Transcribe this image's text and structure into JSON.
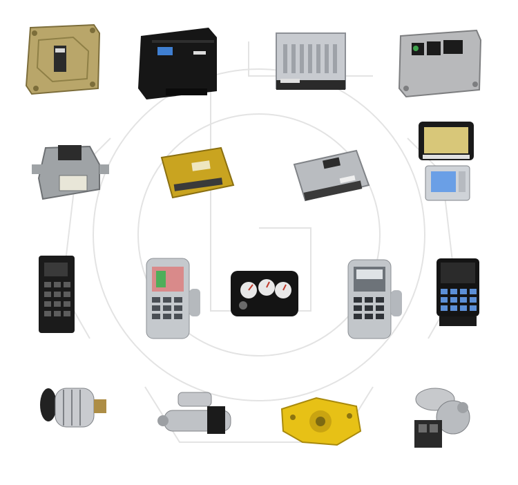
{
  "grid": {
    "items": [
      {
        "name": "ecu-brass-controller"
      },
      {
        "name": "ecu-black-controller"
      },
      {
        "name": "ecu-aluminium-finned-controller"
      },
      {
        "name": "engine-control-module"
      },
      {
        "name": "throttle-controller"
      },
      {
        "name": "yellow-pcb-controller"
      },
      {
        "name": "finned-controller-board"
      },
      {
        "name": "touch-screen-monitor"
      },
      {
        "name": "black-keypad-panel"
      },
      {
        "name": "grey-lcd-monitor"
      },
      {
        "name": "gauge-cluster"
      },
      {
        "name": "grey-monitor-panel"
      },
      {
        "name": "blue-key-monitor"
      },
      {
        "name": "alternator"
      },
      {
        "name": "starter-motor"
      },
      {
        "name": "water-pump"
      },
      {
        "name": "turbocharger"
      }
    ]
  },
  "colors": {
    "watermark": "#e3e3e3",
    "brass": "#b9a66a",
    "black": "#161616",
    "aluminium": "#c8cbd0",
    "yellow": "#e7c116",
    "key_blue": "#5c8fd6",
    "screen_pink": "#d98a8a"
  }
}
